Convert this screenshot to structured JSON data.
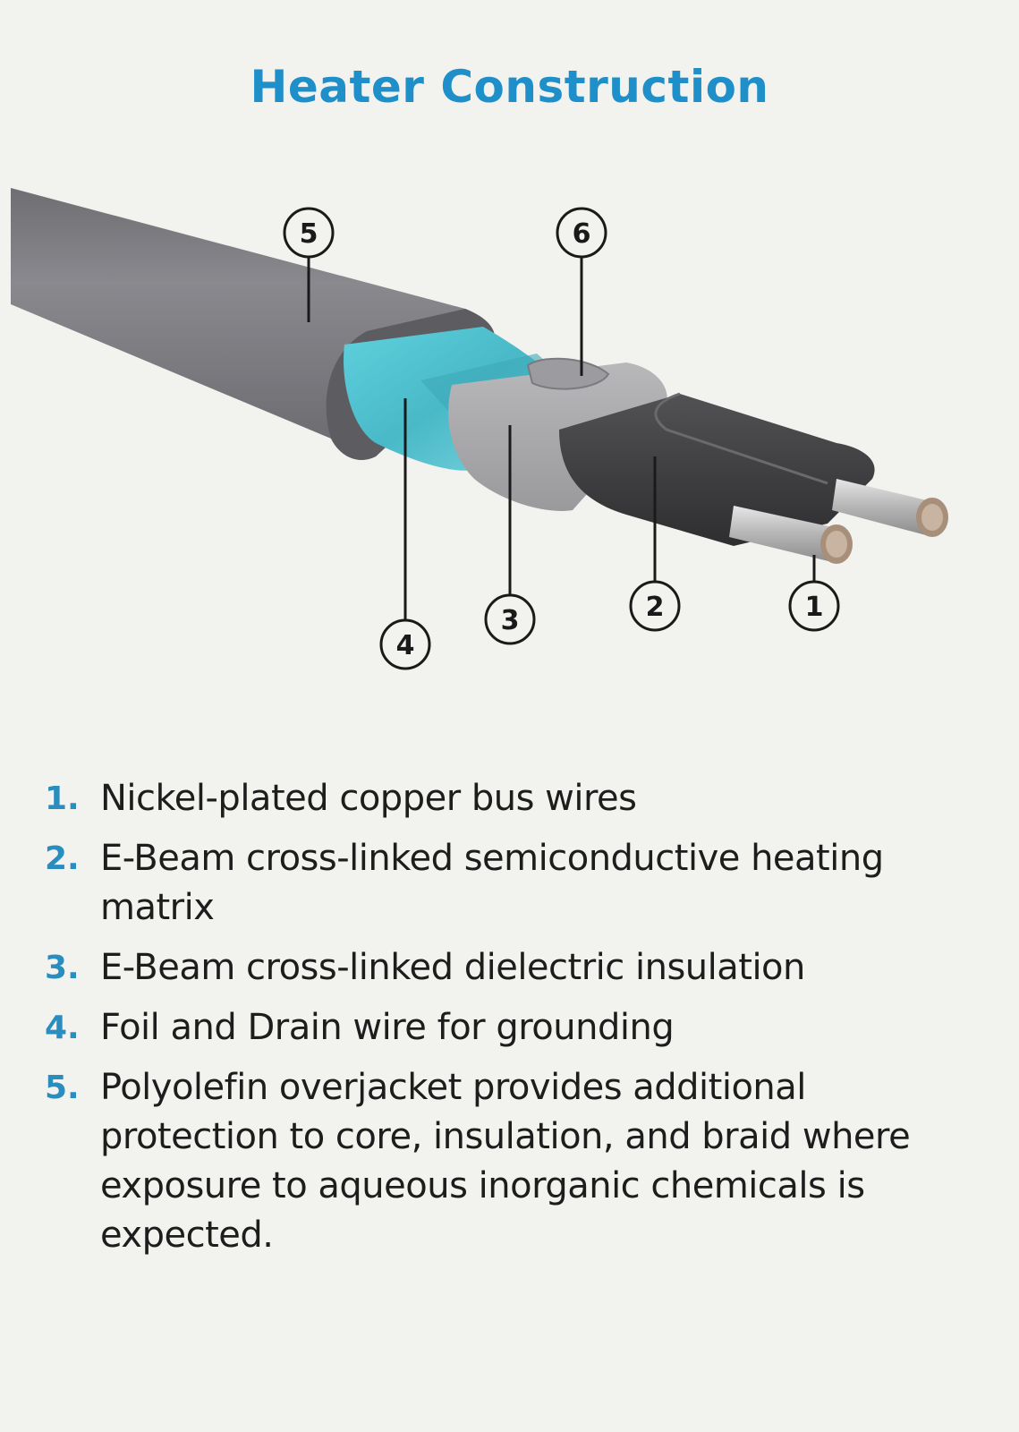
{
  "title": "Heater Construction",
  "colors": {
    "title": "#1f8fc9",
    "numbers": "#2a8dbf",
    "text": "#1d1d1d",
    "background": "#f2f2ef",
    "jacket": "#7f7e83",
    "foil": "#4fc3d0",
    "insulation": "#a9a8ab",
    "matrix": "#3c3c3e",
    "wire": "#c8c8c8"
  },
  "callouts": [
    "1",
    "2",
    "3",
    "4",
    "5",
    "6"
  ],
  "legend": [
    {
      "num": "1.",
      "text": "Nickel-plated copper bus wires"
    },
    {
      "num": "2.",
      "text": "E-Beam cross-linked semiconductive heating matrix"
    },
    {
      "num": "3.",
      "text": "E-Beam cross-linked dielectric insulation"
    },
    {
      "num": "4.",
      "text": "Foil and Drain wire for grounding"
    },
    {
      "num": "5.",
      "text": "Polyolefin overjacket provides additional protection to core, insulation, and braid where exposure to aqueous inorganic chemicals is expected."
    }
  ]
}
